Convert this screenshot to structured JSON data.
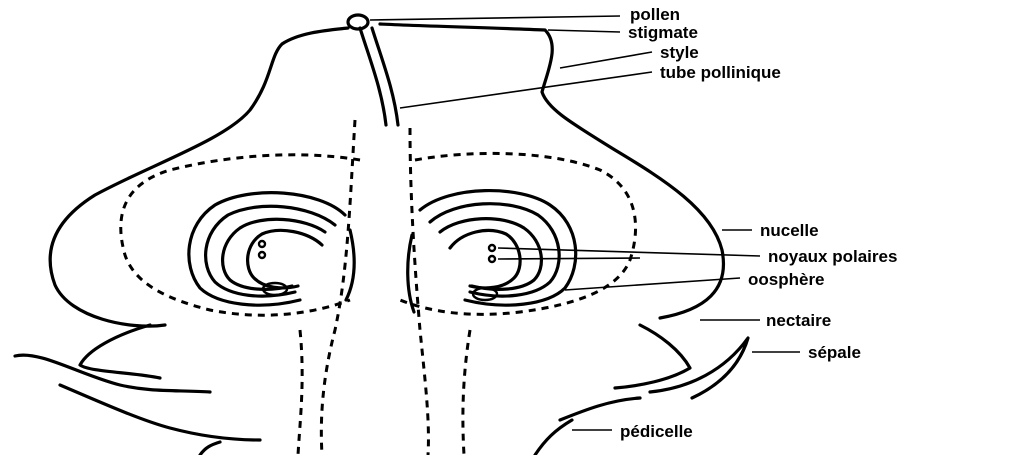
{
  "diagram": {
    "labels": {
      "pollen": "pollen",
      "stigmate": "stigmate",
      "style": "style",
      "tube_pollinique": "tube pollinique",
      "nucelle": "nucelle",
      "noyaux_polaires": "noyaux polaires",
      "oosphere": "oosphère",
      "nectaire": "nectaire",
      "sepale": "sépale",
      "pedicelle": "pédicelle"
    }
  }
}
